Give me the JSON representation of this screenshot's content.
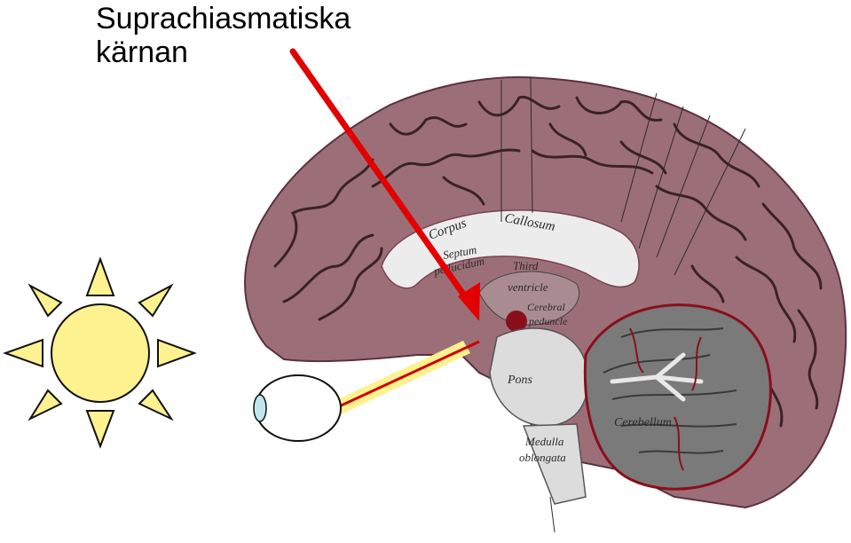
{
  "title": {
    "line1": "Suprachiasmatiska",
    "line2": "kärnan"
  },
  "brain_labels": {
    "corpus": "Corpus",
    "callosum": "Callosum",
    "septum": "Septum",
    "pellucidum": "pellucidum",
    "third": "Third",
    "ventricle": "ventricle",
    "cerebral": "Cerebral",
    "peduncle": "peduncle",
    "pons": "Pons",
    "medulla": "Medulla",
    "oblongata": "oblongata",
    "cerebellum": "Cerebellum"
  },
  "colors": {
    "sun_fill": "#fdf28f",
    "sun_stroke": "#111111",
    "arrow": "#e20000",
    "nerve_yellow": "#fdf28f",
    "nerve_red": "#cc0000",
    "cortex": "#9c6f78",
    "cortex_sulci": "#3a2228",
    "white_matter": "#ececec",
    "pons_fill": "#dcdcdc",
    "cerebellum_fill": "#7a7a7a",
    "cerebellum_red": "#8a0f1c",
    "eye_lens": "#bfe6ee"
  },
  "icons": [
    "sun-icon",
    "eye-icon",
    "brain-illustration",
    "arrow-pointer"
  ]
}
